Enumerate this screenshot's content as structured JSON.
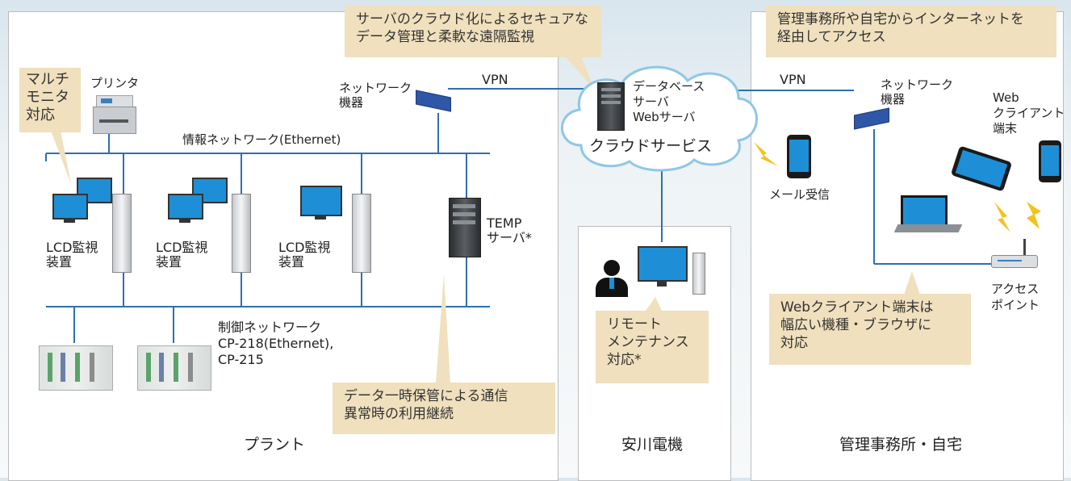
{
  "callouts": {
    "multi_monitor": [
      "マルチ",
      "モニタ",
      "対応"
    ],
    "cloud": [
      "サーバのクラウド化によるセキュアな",
      "データ管理と柔軟な遠隔監視"
    ],
    "internet_access": [
      "管理事務所や自宅からインターネットを",
      "経由してアクセス"
    ],
    "temp_storage": [
      "データ一時保管による通信",
      "異常時の利用継続"
    ],
    "remote_maintenance": [
      "リモート",
      "メンテナンス",
      "対応*"
    ],
    "web_client": [
      "Webクライアント端末は",
      "幅広い機種・ブラウザに",
      "対応"
    ]
  },
  "labels": {
    "printer": "プリンタ",
    "network_device": [
      "ネットワーク",
      "機器"
    ],
    "network_device_right": [
      "ネットワーク",
      "機器"
    ],
    "vpn_left": "VPN",
    "vpn_right": "VPN",
    "info_network": "情報ネットワーク(Ethernet)",
    "lcd_monitor": [
      "LCD監視",
      "装置"
    ],
    "temp_server": [
      "TEMP",
      "サーバ*"
    ],
    "control_network": [
      "制御ネットワーク",
      "CP-218(Ethernet),",
      "CP-215"
    ],
    "db_server": [
      "データベース",
      "サーバ",
      "Webサーバ"
    ],
    "cloud_service": "クラウドサービス",
    "mail": "メール受信",
    "web_client_terminal": [
      "Web",
      "クライアント",
      "端末"
    ],
    "access_point": [
      "アクセス",
      "ポイント"
    ]
  },
  "zones": {
    "plant": "プラント",
    "yaskawa": "安川電機",
    "office": "管理事務所・自宅"
  },
  "colors": {
    "network_line": "#2e6fb0",
    "callout_bg": "#f0e0bd",
    "monitor_screen": "#1e8fd6",
    "device_blue": "#2f57a8"
  }
}
